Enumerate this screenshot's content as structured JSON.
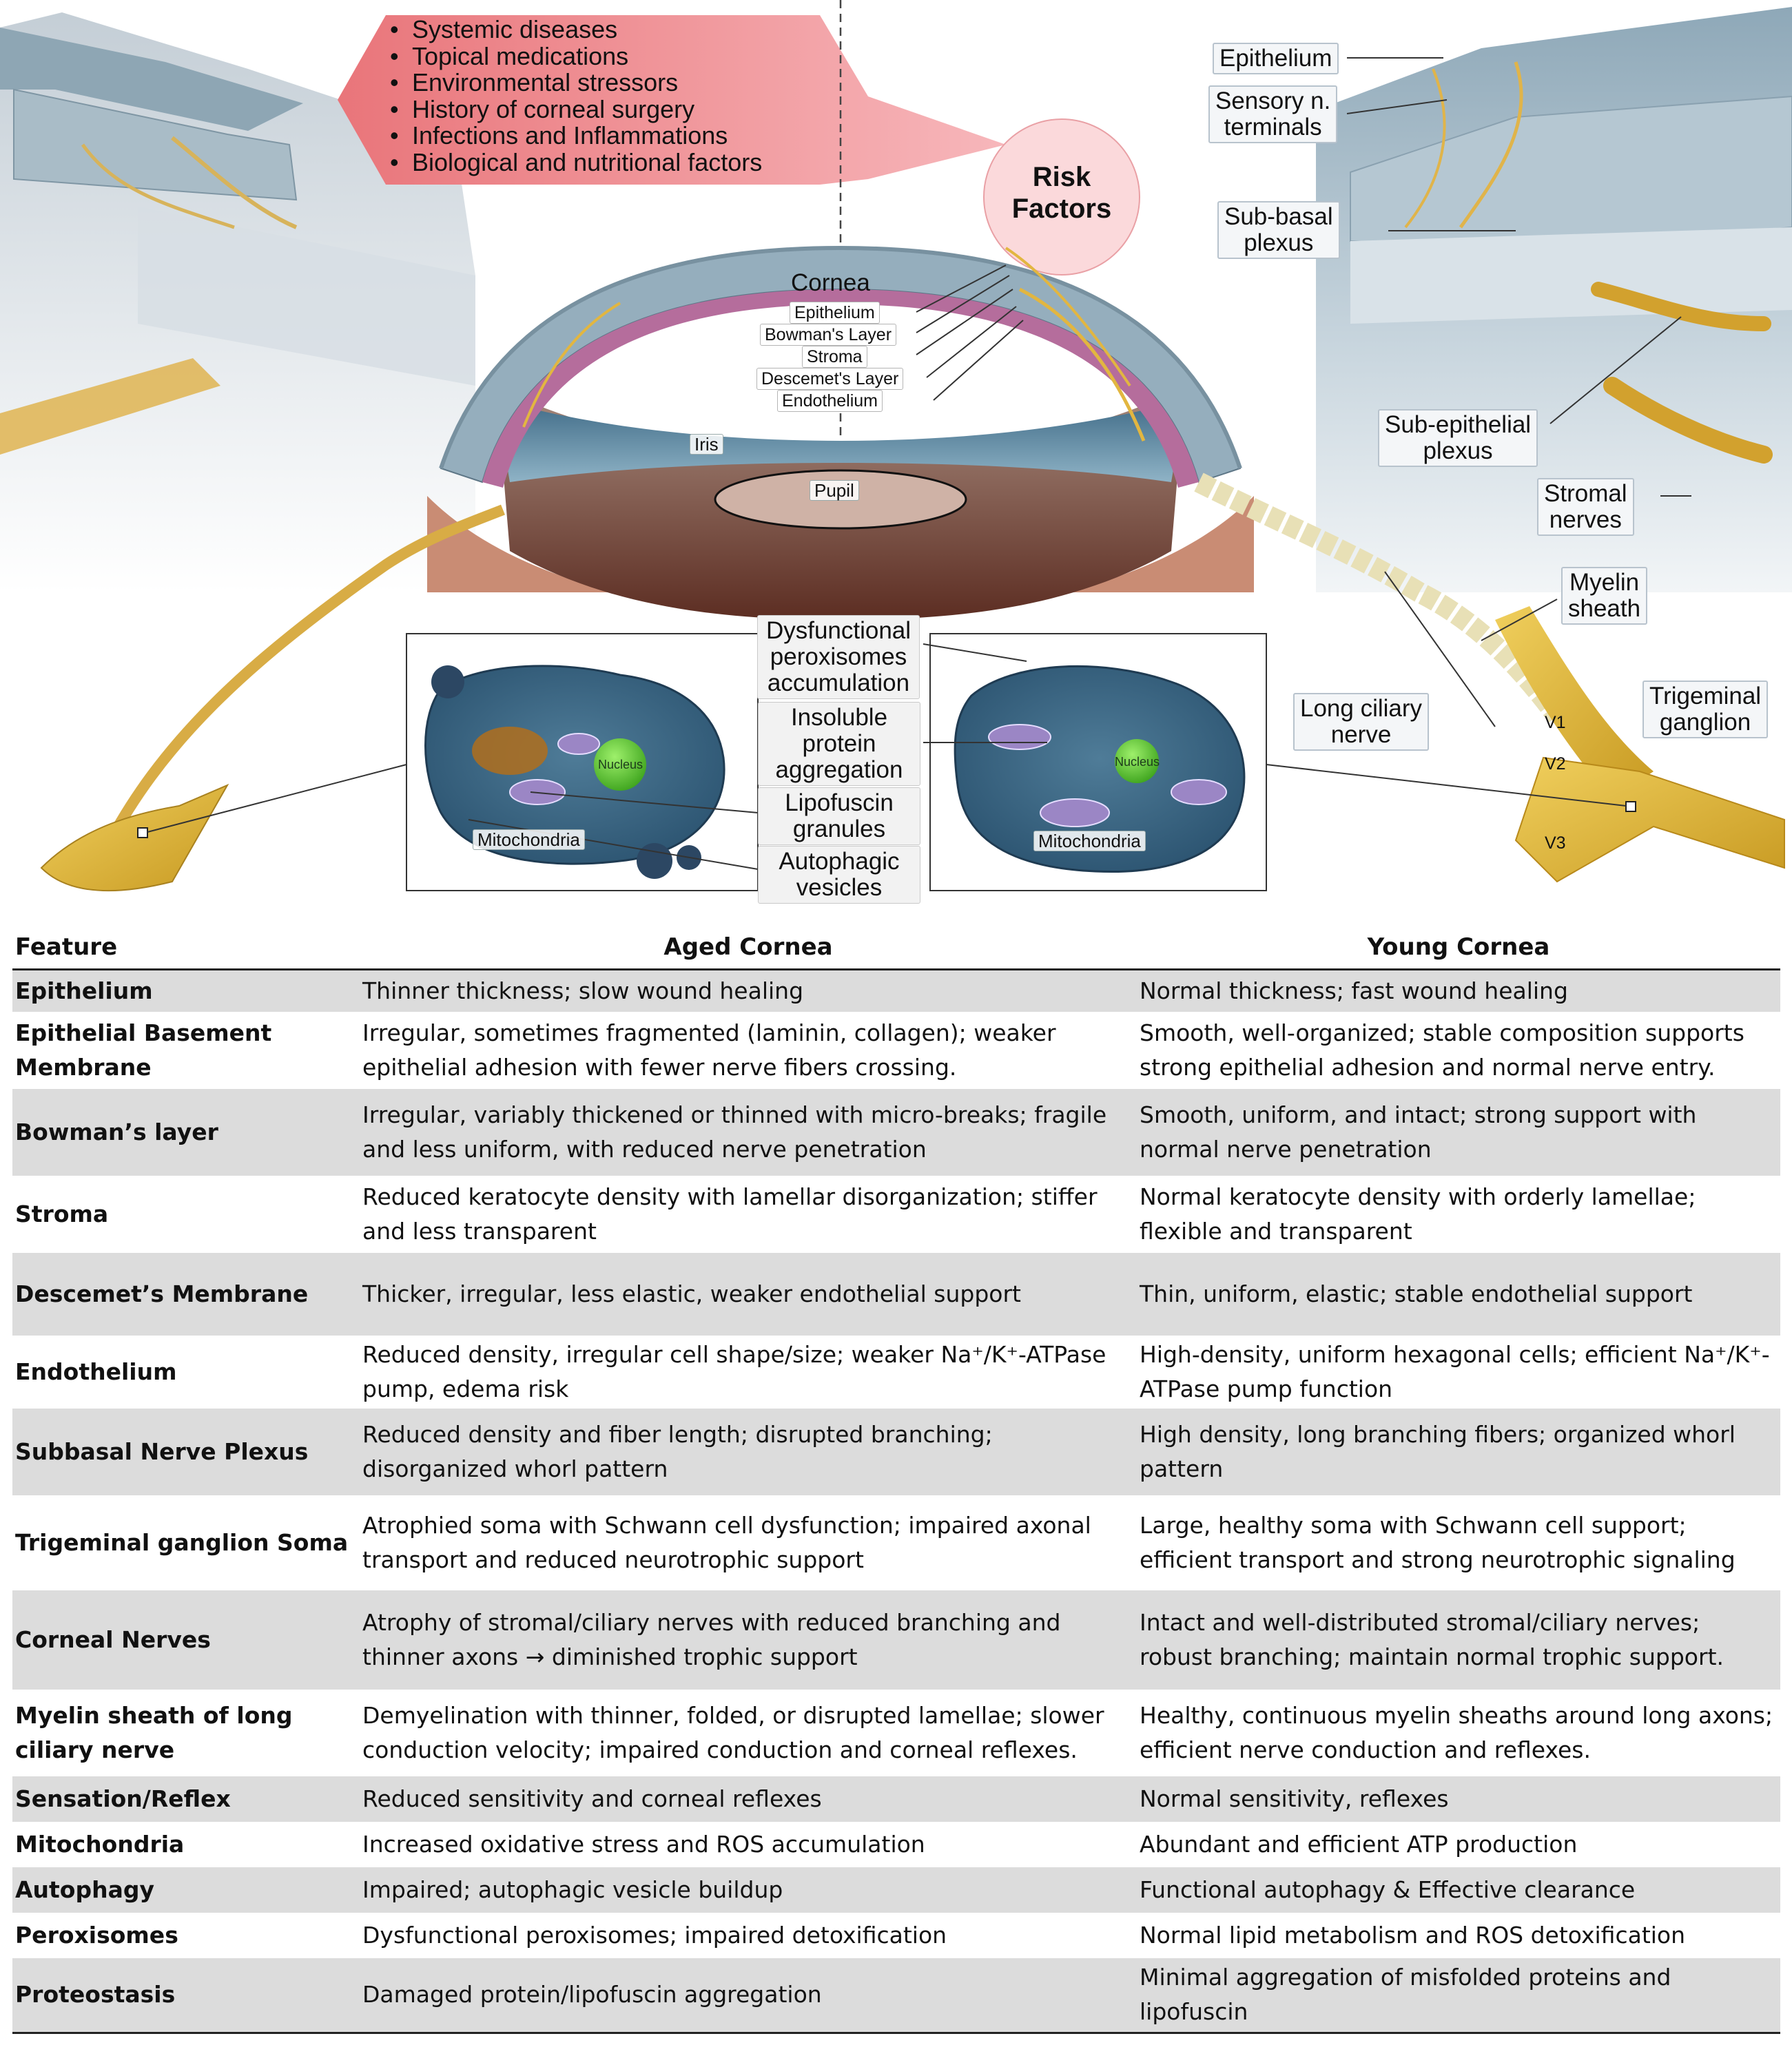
{
  "risk_factors": {
    "title": "Risk Factors",
    "items": [
      "Systemic diseases",
      "Topical medications",
      "Environmental stressors",
      "History of corneal surgery",
      "Infections and Inflammations",
      "Biological and nutritional factors"
    ]
  },
  "eye_labels": {
    "cornea": "Cornea",
    "epithelium": "Epithelium",
    "bowmans_layer": "Bowman's Layer",
    "stroma": "Stroma",
    "descemets_layer": "Descemet's Layer",
    "endothelium": "Endothelium",
    "iris": "Iris",
    "pupil": "Pupil"
  },
  "young_labels": {
    "epithelium": "Epithelium",
    "sensory_terminals": "Sensory n.\nterminals",
    "subbasal_plexus": "Sub-basal\nplexus",
    "subepithelial_plexus": "Sub-epithelial\nplexus",
    "stromal_nerves": "Stromal\nnerves",
    "myelin_sheath": "Myelin\nsheath",
    "long_ciliary_nerve": "Long ciliary\nnerve",
    "trigeminal_ganglion": "Trigeminal\nganglion",
    "v1": "V1",
    "v2": "V2",
    "v3": "V3"
  },
  "cell_labels": {
    "dysfunctional_peroxisomes": "Dysfunctional\nperoxisomes\naccumulation",
    "insoluble_protein": "Insoluble\nprotein\naggregation",
    "lipofuscin": "Lipofuscin\ngranules",
    "autophagic_vesicles": "Autophagic\nvesicles",
    "nucleus": "Nucleus",
    "mitochondria": "Mitochondria"
  },
  "table": {
    "headers": [
      "Feature",
      "Aged Cornea",
      "Young Cornea"
    ],
    "rows": [
      {
        "feature": "Epithelium",
        "aged": "Thinner thickness; slow wound healing",
        "young": "Normal thickness; fast wound healing"
      },
      {
        "feature": "Epithelial Basement Membrane",
        "aged": "Irregular, sometimes fragmented (laminin, collagen); weaker epithelial adhesion with fewer nerve fibers crossing.",
        "young": "Smooth, well-organized; stable composition supports strong epithelial adhesion and normal nerve entry."
      },
      {
        "feature": "Bowman’s layer",
        "aged": "Irregular, variably thickened or thinned with micro-breaks; fragile and less uniform, with reduced nerve penetration",
        "young": "Smooth, uniform, and intact; strong support with normal nerve penetration"
      },
      {
        "feature": "Stroma",
        "aged": "Reduced keratocyte density with lamellar disorganization; stiffer and less transparent",
        "young": "Normal keratocyte density with orderly lamellae; flexible and transparent"
      },
      {
        "feature": "Descemet’s Membrane",
        "aged": "Thicker, irregular, less elastic, weaker endothelial support",
        "young": "Thin, uniform, elastic; stable endothelial support"
      },
      {
        "feature": "Endothelium",
        "aged": "Reduced density, irregular cell shape/size; weaker Na⁺/K⁺-ATPase pump, edema risk",
        "young": "High-density, uniform hexagonal cells; efficient Na⁺/K⁺-ATPase pump function"
      },
      {
        "feature": "Subbasal Nerve Plexus",
        "aged": "Reduced density and fiber length; disrupted branching; disorganized whorl pattern",
        "young": "High density, long branching fibers; organized whorl pattern"
      },
      {
        "feature": "Trigeminal ganglion Soma",
        "aged": "Atrophied soma with Schwann cell dysfunction; impaired axonal transport and reduced neurotrophic support",
        "young": "Large, healthy soma with Schwann cell support; efficient transport and strong neurotrophic signaling"
      },
      {
        "feature": "Corneal Nerves",
        "aged": "Atrophy of stromal/ciliary nerves with reduced branching and thinner axons → diminished trophic support",
        "young": "Intact and well-distributed stromal/ciliary nerves; robust branching; maintain normal trophic support."
      },
      {
        "feature": "Myelin sheath of long ciliary nerve",
        "aged": "Demyelination with thinner, folded, or disrupted lamellae; slower conduction velocity; impaired conduction and corneal reflexes.",
        "young": "Healthy, continuous myelin sheaths around long axons; efficient nerve conduction and reflexes."
      },
      {
        "feature": "Sensation/Reflex",
        "aged": "Reduced sensitivity and corneal reflexes",
        "young": "Normal sensitivity, reflexes"
      },
      {
        "feature": "Mitochondria",
        "aged": "Increased oxidative stress and ROS accumulation",
        "young": "Abundant and efficient ATP production"
      },
      {
        "feature": "Autophagy",
        "aged": "Impaired; autophagic vesicle buildup",
        "young": "Functional autophagy & Effective clearance"
      },
      {
        "feature": "Peroxisomes",
        "aged": "Dysfunctional peroxisomes; impaired detoxification",
        "young": "Normal lipid metabolism and ROS detoxification"
      },
      {
        "feature": "Proteostasis",
        "aged": "Damaged protein/lipofuscin aggregation",
        "young": "Minimal aggregation of misfolded proteins and lipofuscin"
      }
    ]
  }
}
